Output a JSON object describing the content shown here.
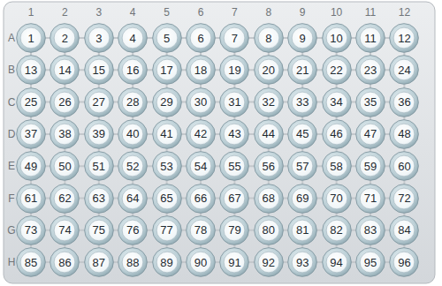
{
  "diagram": {
    "nodes": [
      {
        "text": [
          "1"
        ]
      },
      {
        "text": [
          "2"
        ]
      },
      {
        "text": [
          "3"
        ]
      },
      {
        "text": [
          "4"
        ]
      },
      {
        "text": [
          "5"
        ]
      },
      {
        "text": [
          "6"
        ]
      },
      {
        "text": [
          "7"
        ]
      },
      {
        "text": [
          "8"
        ]
      },
      {
        "text": [
          "9"
        ]
      },
      {
        "text": [
          "10"
        ]
      },
      {
        "text": [
          "11"
        ]
      },
      {
        "text": [
          "12"
        ]
      },
      {
        "text": [
          "13"
        ]
      },
      {
        "text": [
          "14"
        ]
      },
      {
        "text": [
          "15"
        ]
      },
      {
        "text": [
          "16"
        ]
      },
      {
        "text": [
          "17"
        ]
      },
      {
        "text": [
          "18"
        ]
      },
      {
        "text": [
          "19"
        ]
      },
      {
        "text": [
          "20"
        ]
      },
      {
        "text": [
          "21"
        ]
      },
      {
        "text": [
          "22"
        ]
      },
      {
        "text": [
          "23"
        ]
      },
      {
        "text": [
          "24"
        ]
      },
      {
        "text": [
          "25"
        ]
      },
      {
        "text": [
          "26"
        ]
      },
      {
        "text": [
          "27"
        ]
      },
      {
        "text": [
          "28"
        ]
      },
      {
        "text": [
          "29"
        ]
      },
      {
        "text": [
          "30"
        ]
      },
      {
        "text": [
          "31"
        ]
      },
      {
        "text": [
          "32"
        ]
      },
      {
        "text": [
          "33"
        ]
      },
      {
        "text": [
          "34"
        ]
      },
      {
        "text": [
          "35"
        ]
      },
      {
        "text": [
          "36"
        ]
      },
      {
        "text": [
          "37"
        ]
      },
      {
        "text": [
          "38"
        ]
      },
      {
        "text": [
          "39"
        ]
      },
      {
        "text": [
          "40"
        ]
      },
      {
        "text": [
          "41"
        ]
      },
      {
        "text": [
          "42"
        ]
      },
      {
        "text": [
          "43"
        ]
      },
      {
        "text": [
          "44"
        ]
      },
      {
        "text": [
          "45"
        ]
      },
      {
        "text": [
          "46"
        ]
      },
      {
        "text": [
          "47"
        ]
      },
      {
        "text": [
          "48"
        ]
      },
      {
        "text": [
          "49"
        ]
      },
      {
        "text": [
          "50"
        ]
      },
      {
        "text": [
          "51"
        ]
      },
      {
        "text": [
          "52"
        ]
      },
      {
        "text": [
          "53"
        ]
      },
      {
        "text": [
          "54"
        ]
      },
      {
        "text": [
          "55"
        ]
      },
      {
        "text": [
          "56"
        ]
      },
      {
        "text": [
          "57"
        ]
      },
      {
        "text": [
          "58"
        ]
      },
      {
        "text": [
          "59"
        ]
      },
      {
        "text": [
          "60"
        ]
      },
      {
        "text": [
          "61"
        ]
      },
      {
        "text": [
          "62"
        ]
      },
      {
        "text": [
          "63"
        ]
      },
      {
        "text": [
          "64"
        ]
      },
      {
        "text": [
          "65"
        ]
      },
      {
        "text": [
          "66"
        ]
      },
      {
        "text": [
          "67"
        ]
      },
      {
        "text": [
          "68"
        ]
      },
      {
        "text": [
          "69"
        ]
      },
      {
        "text": [
          "70"
        ]
      },
      {
        "text": [
          "71"
        ]
      },
      {
        "text": [
          "72"
        ]
      },
      {
        "text": [
          "73"
        ]
      },
      {
        "text": [
          "74"
        ]
      },
      {
        "text": [
          "75"
        ]
      },
      {
        "text": [
          "76"
        ]
      },
      {
        "text": [
          "77"
        ]
      },
      {
        "text": [
          "78"
        ]
      },
      {
        "text": [
          "79"
        ]
      },
      {
        "text": [
          "80"
        ]
      },
      {
        "text": [
          "81"
        ]
      },
      {
        "text": [
          "82"
        ]
      },
      {
        "text": [
          "83"
        ]
      },
      {
        "text": [
          "84"
        ]
      },
      {
        "text": [
          "85"
        ]
      },
      {
        "text": [
          "86"
        ]
      },
      {
        "text": [
          "87"
        ]
      },
      {
        "text": [
          "88"
        ]
      },
      {
        "text": [
          "89"
        ]
      },
      {
        "text": [
          "90"
        ]
      },
      {
        "text": [
          "91"
        ]
      },
      {
        "text": [
          "92"
        ]
      },
      {
        "text": [
          "93"
        ]
      },
      {
        "text": [
          "94"
        ]
      },
      {
        "text": [
          "95"
        ]
      },
      {
        "text": [
          "96"
        ]
      }
    ],
    "labels": [
      "1",
      "2",
      "3",
      "4",
      "5",
      "6",
      "7",
      "8",
      "9",
      "10",
      "11",
      "12",
      "A",
      "B",
      "C",
      "D",
      "E",
      "F",
      "G",
      "H"
    ]
  }
}
